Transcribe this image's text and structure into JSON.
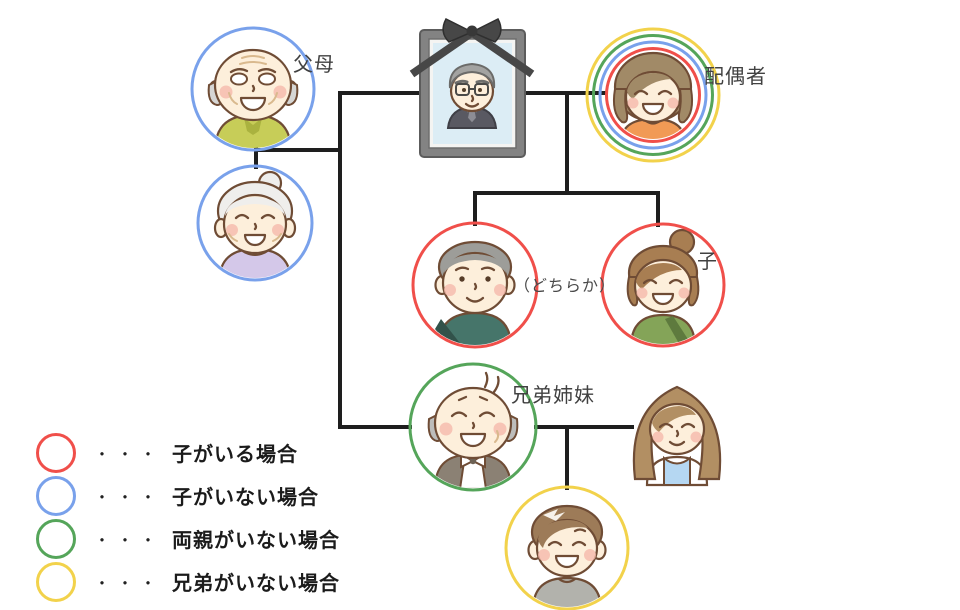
{
  "diagram": {
    "labels": {
      "parents": "父母",
      "spouse": "配偶者",
      "child": "子",
      "either_one": "（どちらか）",
      "siblings": "兄弟姉妹"
    },
    "ring_colors": {
      "red": "#f04f4a",
      "blue": "#79a1eb",
      "green": "#55a55a",
      "yellow": "#f2d24b"
    }
  },
  "legend": {
    "items": [
      {
        "color": "red",
        "dots": "・・・",
        "label": "子がいる場合"
      },
      {
        "color": "blue",
        "dots": "・・・",
        "label": "子がいない場合"
      },
      {
        "color": "green",
        "dots": "・・・",
        "label": "両親がいない場合"
      },
      {
        "color": "yellow",
        "dots": "・・・",
        "label": "兄弟がいない場合"
      }
    ]
  }
}
